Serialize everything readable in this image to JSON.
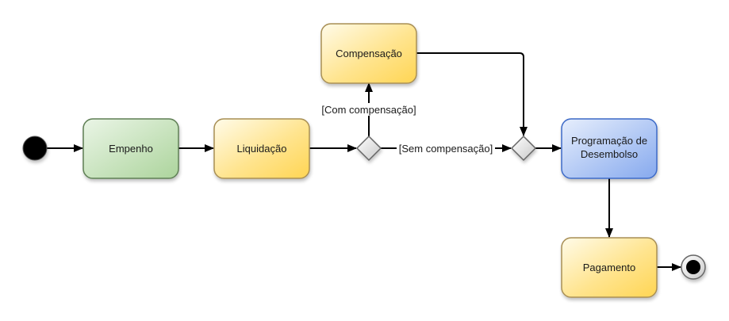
{
  "diagram": {
    "type": "activity",
    "nodes": {
      "start": {
        "kind": "initial"
      },
      "empenho": {
        "kind": "action",
        "label": "Empenho",
        "color": "#b5d8a7"
      },
      "liquidacao": {
        "kind": "action",
        "label": "Liquidação",
        "color": "#ffd75e"
      },
      "decision": {
        "kind": "decision"
      },
      "compensacao": {
        "kind": "action",
        "label": "Compensação",
        "color": "#ffd75e"
      },
      "merge": {
        "kind": "merge"
      },
      "programacao": {
        "kind": "action",
        "label_line1": "Programação de",
        "label_line2": "Desembolso",
        "color": "#8fb0ee"
      },
      "pagamento": {
        "kind": "action",
        "label": "Pagamento",
        "color": "#ffd75e"
      },
      "end": {
        "kind": "final"
      }
    },
    "edges": [
      {
        "from": "start",
        "to": "empenho"
      },
      {
        "from": "empenho",
        "to": "liquidacao"
      },
      {
        "from": "liquidacao",
        "to": "decision"
      },
      {
        "from": "decision",
        "to": "compensacao",
        "guard": "[Com compensação]"
      },
      {
        "from": "decision",
        "to": "merge",
        "guard": "[Sem compensação]"
      },
      {
        "from": "compensacao",
        "to": "merge"
      },
      {
        "from": "merge",
        "to": "programacao"
      },
      {
        "from": "programacao",
        "to": "pagamento"
      },
      {
        "from": "pagamento",
        "to": "end"
      }
    ]
  }
}
